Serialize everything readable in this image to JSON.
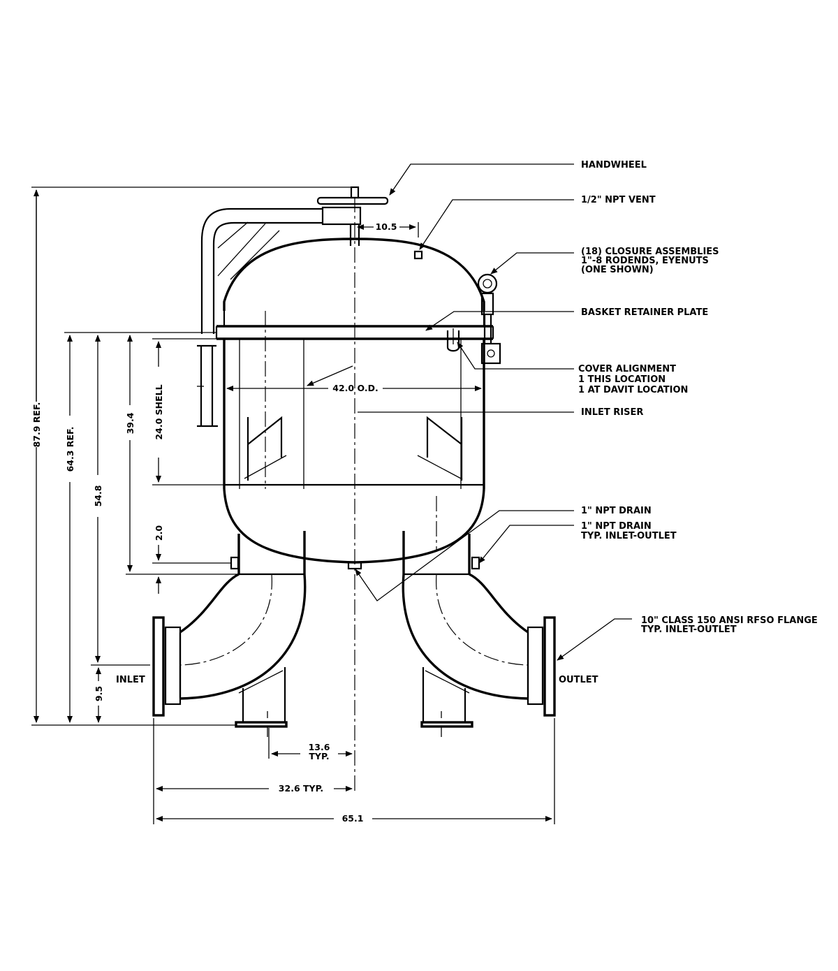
{
  "callouts": {
    "handwheel": "HANDWHEEL",
    "vent": "1/2\" NPT VENT",
    "closure_1": "(18) CLOSURE ASSEMBLIES",
    "closure_2": "1\"-8 RODENDS, EYENUTS",
    "closure_3": "(ONE SHOWN)",
    "retainer": "BASKET RETAINER PLATE",
    "align_1": "COVER ALIGNMENT",
    "align_2": "1 THIS LOCATION",
    "align_3": "1 AT DAVIT LOCATION",
    "riser": "INLET RISER",
    "drain_1": "1\" NPT DRAIN",
    "drain_2": "1\" NPT DRAIN",
    "drain_3": "TYP. INLET-OUTLET",
    "flange_1": "10\" CLASS 150 ANSI RFSO FLANGE",
    "flange_2": "TYP. INLET-OUTLET"
  },
  "ports": {
    "inlet": "INLET",
    "outlet": "OUTLET"
  },
  "dimensions": {
    "vent_offset": "10.5",
    "diameter": "42.0 O.D.",
    "overall_height": "87.9 REF.",
    "flange_height": "64.3 REF.",
    "h_548": "54.8",
    "h_394": "39.4",
    "shell": "24.0 SHELL",
    "h_20": "2.0",
    "h_95": "9.5",
    "leg_1": "13.6",
    "leg_2": "TYP.",
    "half_width": "32.6 TYP.",
    "overall_width": "65.1"
  }
}
